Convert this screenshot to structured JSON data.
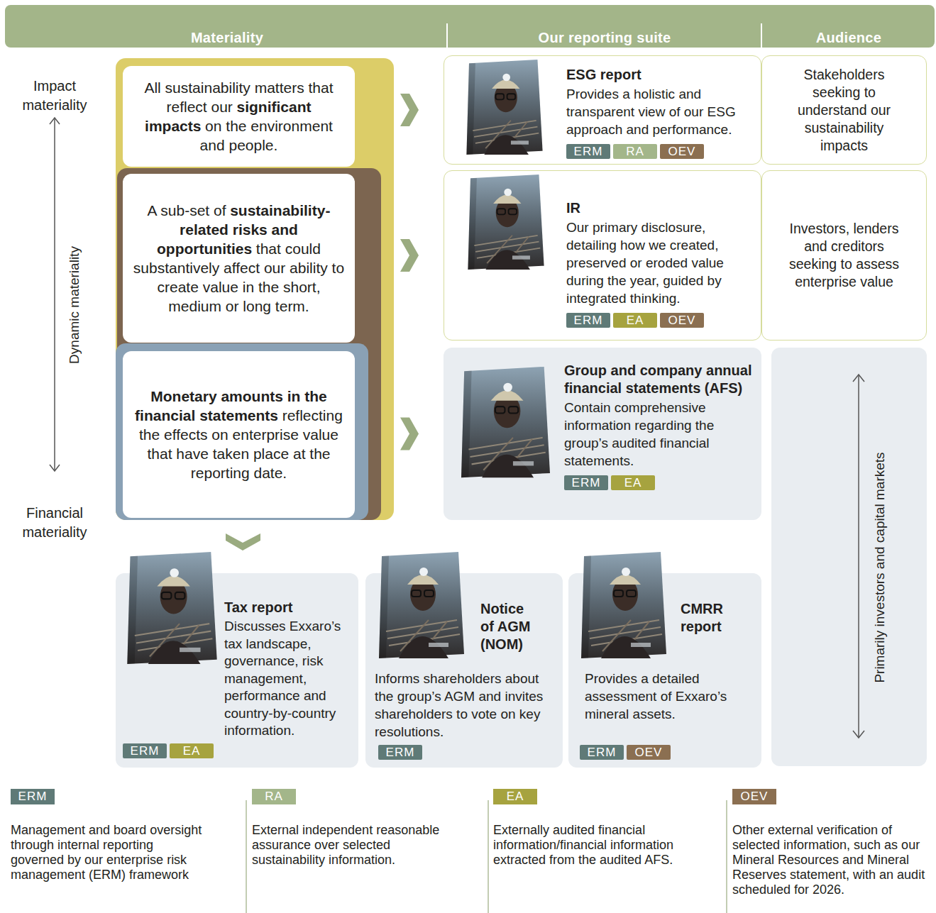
{
  "diagram": {
    "nodes": [
      {
        "text": [
          "All sustainability matters that reflect our",
          "significant impacts",
          "on the environment and people."
        ]
      },
      {
        "text": [
          "A sub-set of",
          "sustainability-related risks and opportunities",
          "that could substantively affect our ability to create value in the short, medium or long term."
        ]
      },
      {
        "text": [
          "Monetary amounts in the financial statements",
          "reflecting the effects on enterprise value that have taken place at the reporting date."
        ]
      },
      {
        "text": [
          "ESG report",
          "Provides a holistic and transparent view of our ESG approach and performance."
        ]
      },
      {
        "text": [
          "ERM"
        ],
        "in": 3
      },
      {
        "text": [
          "RA"
        ],
        "in": 3
      },
      {
        "text": [
          "OEV"
        ],
        "in": 3
      },
      {
        "text": [
          "Stakeholders seeking to understand our sustainability impacts"
        ]
      },
      {
        "text": [
          "IR",
          "Our primary disclosure, detailing how we created, preserved or eroded value during the year, guided by integrated thinking."
        ]
      },
      {
        "text": [
          "ERM"
        ],
        "in": 8
      },
      {
        "text": [
          "EA"
        ],
        "in": 8
      },
      {
        "text": [
          "OEV"
        ],
        "in": 8
      },
      {
        "text": [
          "Investors, lenders and creditors seeking to assess enterprise value"
        ]
      },
      {
        "text": [
          "Group and company annual financial statements (AFS)",
          "Contain comprehensive information regarding the group’s audited financial statements."
        ]
      },
      {
        "text": [
          "ERM"
        ],
        "in": 13
      },
      {
        "text": [
          "EA"
        ],
        "in": 13
      },
      {
        "text": [
          "Primarily investors and capital markets"
        ]
      },
      {
        "text": [
          "Tax report",
          "Discusses Exxaro’s tax landscape, governance, risk management, performance and country-by-country information."
        ]
      },
      {
        "text": [
          "ERM"
        ],
        "in": 17
      },
      {
        "text": [
          "EA"
        ],
        "in": 17
      },
      {
        "text": [
          "Notice of AGM (NOM)",
          "Informs shareholders about the group’s AGM and invites shareholders to vote on key resolutions."
        ]
      },
      {
        "text": [
          "ERM"
        ],
        "in": 20
      },
      {
        "text": [
          "CMRR report",
          "Provides a detailed assessment of Exxaro’s mineral assets."
        ]
      },
      {
        "text": [
          "ERM"
        ],
        "in": 22
      },
      {
        "text": [
          "OEV"
        ],
        "in": 22
      }
    ],
    "edges": [
      {
        "from": 0,
        "to": 3,
        "arrow": "to"
      },
      {
        "from": 1,
        "to": 8,
        "arrow": "to"
      },
      {
        "from": 2,
        "to": 13,
        "arrow": "to"
      }
    ],
    "labels": [
      "Materiality",
      "Our reporting suite",
      "Audience",
      "Impact materiality",
      "Dynamic materiality",
      "Financial materiality",
      "ERM",
      "RA",
      "EA",
      "OEV"
    ],
    "legend": [
      {
        "text": "Management and board oversight through internal reporting governed by our enterprise risk management (ERM) framework",
        "color": "#5f7a77"
      },
      {
        "text": "External independent reasonable assurance over selected sustainability information.",
        "color": "#a3b68a"
      },
      {
        "text": "Externally audited financial information/financial information extracted from the audited AFS.",
        "color": "#a6a33f"
      },
      {
        "text": "Other external verification of selected information, such as our Mineral Resources and Mineral Reserves statement, with an audit scheduled for 2026.",
        "color": "#8b6f51"
      }
    ]
  }
}
